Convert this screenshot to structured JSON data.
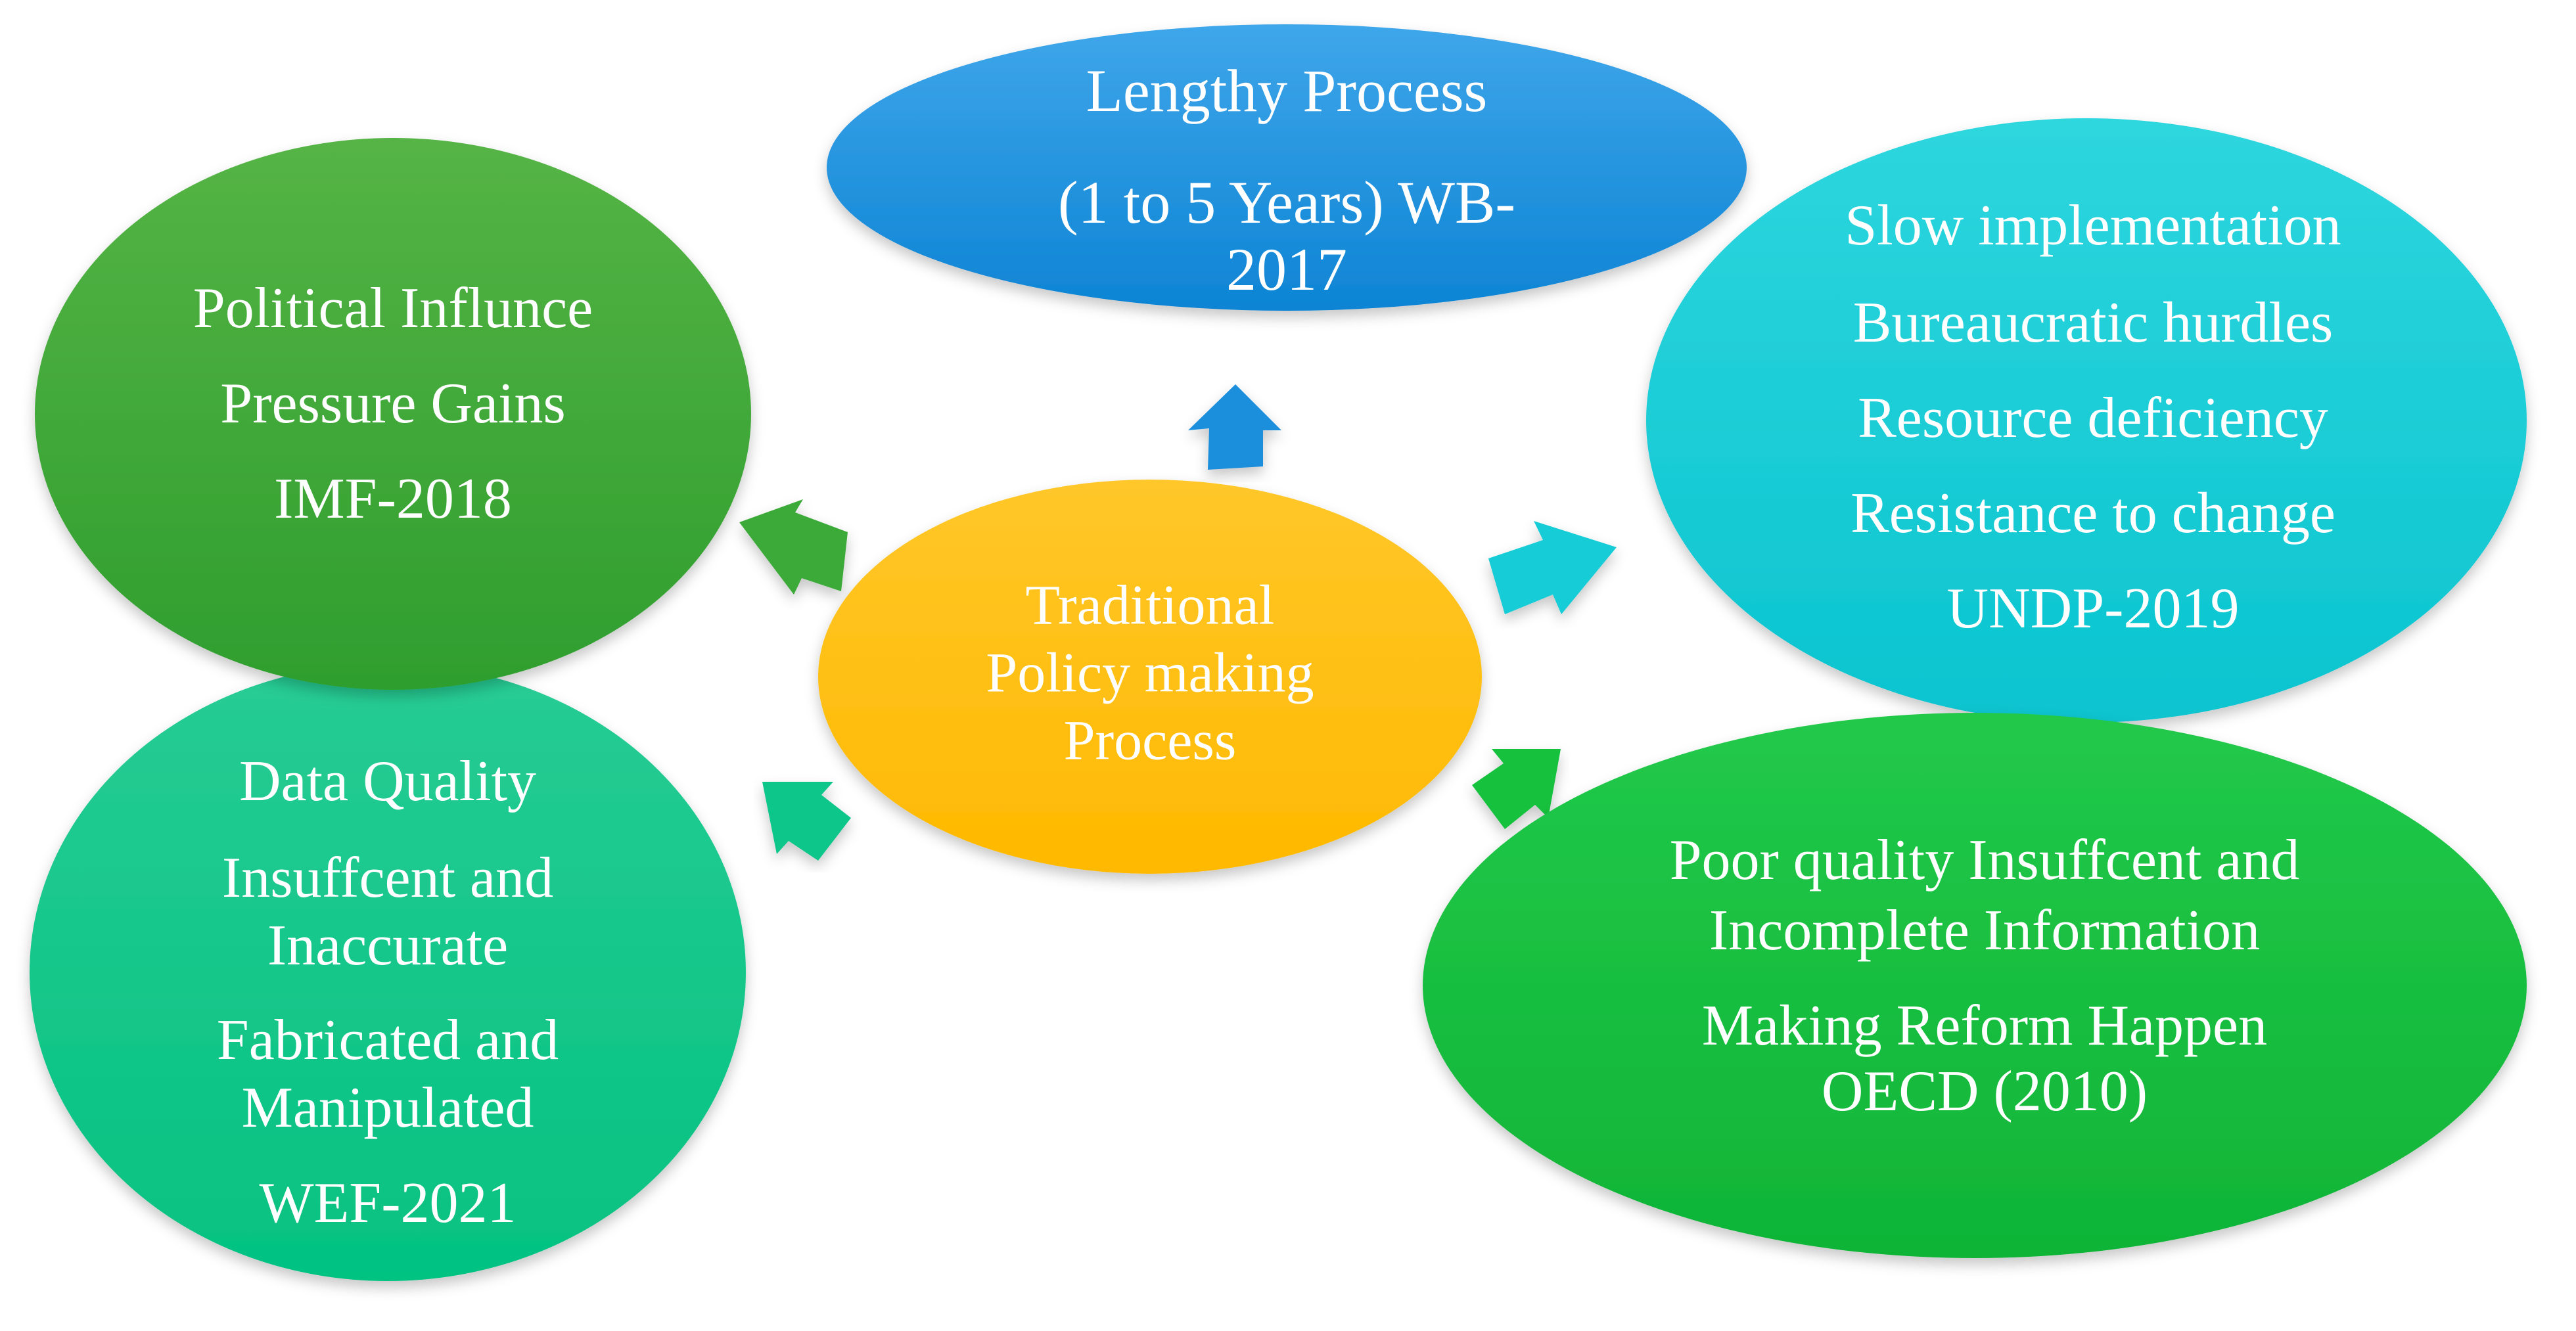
{
  "diagram": {
    "center": {
      "lines": [
        "Traditional",
        "Policy making",
        "Process"
      ],
      "color": "#FFC000"
    },
    "nodes": {
      "top": {
        "lines": [
          "Lengthy Process",
          "(1 to 5 Years) WB-",
          "2017"
        ],
        "color": "#1C8FDC"
      },
      "top_right": {
        "lines": [
          "Slow implementation",
          "Bureaucratic hurdles",
          "Resource deficiency",
          "Resistance to change",
          "UNDP-2019"
        ],
        "color": "#14CCD6"
      },
      "bottom_right": {
        "lines": [
          "Poor quality Insuffcent and",
          "Incomplete Information",
          "Making Reform Happen",
          "OECD (2010)"
        ],
        "color": "#12C13E"
      },
      "bottom_left": {
        "lines": [
          "Data Quality",
          "Insuffcent and",
          "Inaccurate",
          "Fabricated and",
          "Manipulated",
          "WEF-2021"
        ],
        "color": "#0FC68A"
      },
      "top_left": {
        "lines": [
          "Political Influnce",
          "Pressure Gains",
          "IMF-2018"
        ],
        "color": "#3BAA38"
      }
    }
  }
}
